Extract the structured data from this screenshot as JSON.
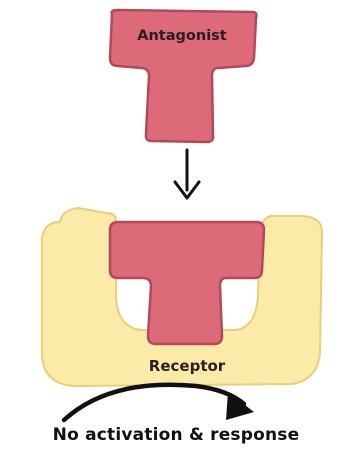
{
  "antagonist": {
    "label": "Antagonist",
    "fill_color": "#dd6a78",
    "stroke_color": "#b04a5a"
  },
  "receptor": {
    "label": "Receptor",
    "fill_color": "#fbeaa8",
    "stroke_color": "#e8cf7a"
  },
  "caption": "No activation & response",
  "arrows": {
    "binding_arrow_icon": "arrow-down-icon",
    "response_arrow_icon": "curved-arrow-right-icon",
    "color": "#111111"
  }
}
